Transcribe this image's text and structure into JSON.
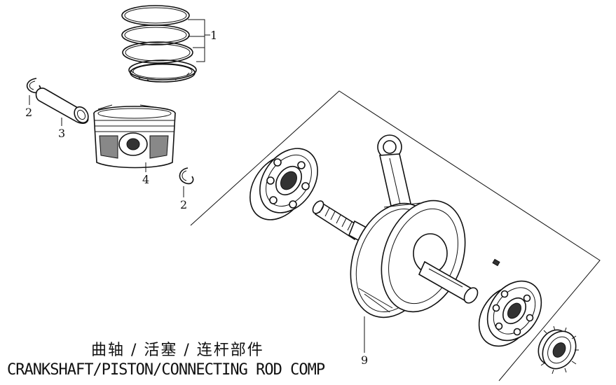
{
  "diagram": {
    "callouts": [
      "1",
      "2",
      "3",
      "4",
      "2",
      "9"
    ],
    "title_cn": "曲轴 / 活塞 / 连杆部件",
    "title_en": "CRANKSHAFT/PISTON/CONNECTING ROD COMP"
  }
}
